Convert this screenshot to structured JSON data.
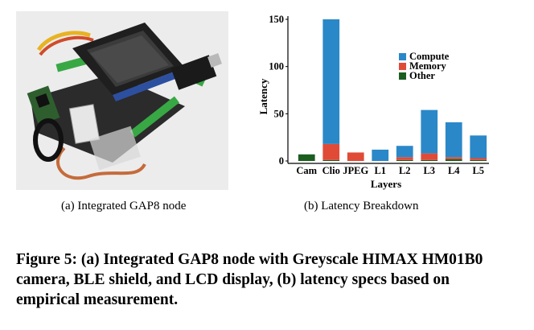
{
  "panel_a": {
    "caption": "(a) Integrated GAP8 node"
  },
  "panel_b": {
    "caption": "(b) Latency Breakdown"
  },
  "figure_caption": "Figure 5: (a) Integrated GAP8 node with Greyscale HIMAX HM01B0 camera, BLE shield, and LCD display, (b) latency specs based on empirical measurement.",
  "colors": {
    "compute": "#2a88c8",
    "memory": "#e04b38",
    "other": "#1b5e20"
  },
  "chart_data": {
    "type": "bar",
    "stacked": true,
    "categories": [
      "Cam",
      "Clio",
      "JPEG",
      "L1",
      "L2",
      "L3",
      "L4",
      "L5"
    ],
    "series": [
      {
        "name": "Other",
        "values": [
          7,
          1,
          0,
          0,
          1,
          1,
          2,
          1
        ]
      },
      {
        "name": "Memory",
        "values": [
          0,
          17,
          9,
          0,
          3,
          7,
          2,
          2
        ]
      },
      {
        "name": "Compute",
        "values": [
          0,
          132,
          0,
          12,
          12,
          46,
          37,
          24
        ]
      }
    ],
    "xlabel": "Layers",
    "ylabel": "Latency",
    "ylim": [
      0,
      150
    ],
    "yticks": [
      0,
      50,
      100,
      150
    ],
    "legend_position": "top-right",
    "legend_order": [
      "Compute",
      "Memory",
      "Other"
    ]
  }
}
